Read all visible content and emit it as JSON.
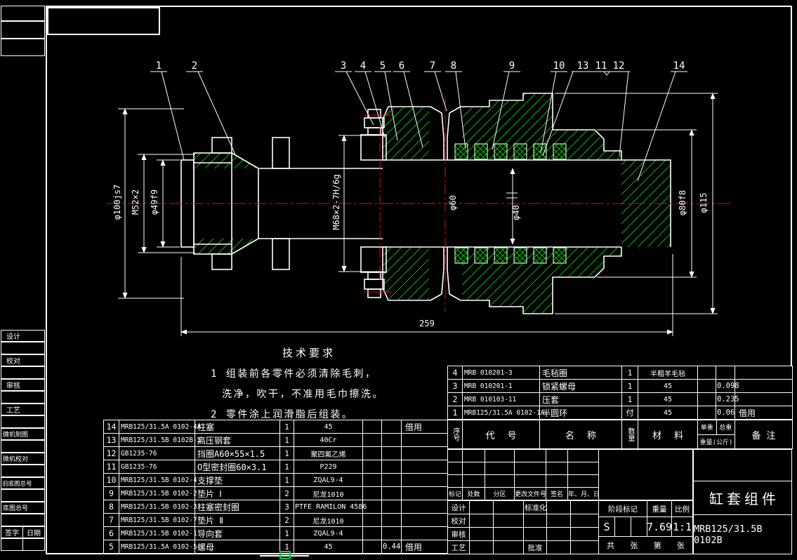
{
  "colors": {
    "background": "#000000",
    "line": "#ffffff",
    "hatch": "#00a000",
    "seal_hatch": "#00c000",
    "centerline": "#ff0000",
    "sheet_mark": "#00cc44"
  },
  "balloons": [
    "1",
    "2",
    "3",
    "4",
    "5",
    "6",
    "7",
    "8",
    "9",
    "10",
    "13",
    "11",
    "12",
    "14"
  ],
  "dims": {
    "left_outer": "φ100js7",
    "left_thread": "M52×2",
    "left_rod": "φ49f9",
    "gland_thread": "M68×2-7H/6g",
    "bore": "φ60",
    "inner": "φ40",
    "sleeve": "φ80f8",
    "outer": "φ115",
    "length": "259"
  },
  "tech": {
    "title": "技术要求",
    "line1": "1 组装前各零件必须清除毛刺，",
    "line2": "洗净，吹干，不准用毛巾擦洗。",
    "line3": "2 零件涂上润滑脂后组装。"
  },
  "bom_upper_rows": [
    [
      "4",
      "MRB 010201-3",
      "毛毡圈",
      "1",
      "半粗羊毛毡",
      "",
      "",
      ""
    ],
    [
      "3",
      "MRB 010201-1",
      "锁紧螺母",
      "1",
      "45",
      "",
      "0.098",
      ""
    ],
    [
      "2",
      "MRB 010103-11",
      "压套",
      "1",
      "45",
      "",
      "0.235",
      ""
    ],
    [
      "1",
      "MRB125/31.5A 0102-1A",
      "半圆环",
      "付",
      "45",
      "",
      "0.06",
      "借用"
    ]
  ],
  "bom_lower_rows": [
    [
      "14",
      "MRB125/31.5A 0102-4A",
      "柱塞",
      "1",
      "45",
      "",
      "",
      "借用"
    ],
    [
      "13",
      "MRB125/31.5B 0102B-5",
      "高压钢套",
      "1",
      "40Cr",
      "",
      "",
      ""
    ],
    [
      "12",
      "GB1235-76",
      "挡圈A60×55×1.5",
      "1",
      "聚四氟乙烯",
      "",
      "",
      ""
    ],
    [
      "11",
      "GB1235-76",
      "O型密封圈60×3.1",
      "1",
      "P229",
      "",
      "",
      ""
    ],
    [
      "10",
      "MRB125/31.5B 0102-4",
      "支撑垫",
      "1",
      "ZQAL9-4",
      "",
      "",
      ""
    ],
    [
      "9",
      "MRB125/31.5B 0102-2",
      "垫片 Ⅰ",
      "2",
      "尼龙1010",
      "",
      "",
      ""
    ],
    [
      "8",
      "MRB125/31.5B 0102-3",
      "柱塞密封圈",
      "3",
      "PTFE RAMILON 4586",
      "",
      "",
      ""
    ],
    [
      "7",
      "MRB125/31.5B 0102-7",
      "垫片 Ⅱ",
      "2",
      "尼龙1010",
      "",
      "",
      ""
    ],
    [
      "6",
      "MRB125/31.5B 0102-1",
      "导向套",
      "1",
      "ZQAL9-4",
      "",
      "",
      ""
    ],
    [
      "5",
      "MRB125/31.5A 0102-5",
      "螺母",
      "1",
      "45",
      "",
      "0.44",
      "借用"
    ]
  ],
  "bom_header": {
    "seq": "序号",
    "code": "代号",
    "name": "名称",
    "qty": "数量",
    "material": "材料",
    "unit_weight": "单重",
    "total_weight": "总重",
    "weight_unit": "重量(公斤)",
    "remark": "备注"
  },
  "revision_empty": [
    [
      "",
      "",
      "",
      "",
      "",
      ""
    ],
    [
      "",
      "",
      "",
      "",
      "",
      ""
    ],
    [
      "",
      "",
      "",
      "",
      "",
      ""
    ]
  ],
  "revision_header": [
    [
      "标记",
      "处数",
      "分区",
      "更改文件号",
      "签名",
      "年、月、日"
    ]
  ],
  "sign_rows": [
    [
      "设计",
      "",
      "",
      "标准化",
      "",
      ""
    ],
    [
      "校对",
      "",
      "",
      "",
      "",
      ""
    ],
    [
      "审核",
      "",
      "",
      "",
      "",
      ""
    ],
    [
      "工艺",
      "",
      "",
      "批准",
      "",
      ""
    ]
  ],
  "stage": {
    "label": "阶段标记",
    "mark": "S",
    "weight_label": "重量",
    "weight_value": "7.69",
    "scale_label": "比例",
    "scale_value": "1:1"
  },
  "sheet": {
    "total_label": "共",
    "sheet_label": "张",
    "page_label": "第",
    "sheet_label2": "张"
  },
  "title_block": {
    "title": "缸套组件",
    "drawing_no": "MRB125/31.5B 0102B"
  },
  "left_strip": {
    "items": [
      "设计",
      "校对",
      "审核",
      "工艺",
      "微机制图",
      "微机校对",
      "旧底图总号",
      "底图总号"
    ],
    "sign_label": "签字",
    "date_label": "日期"
  }
}
